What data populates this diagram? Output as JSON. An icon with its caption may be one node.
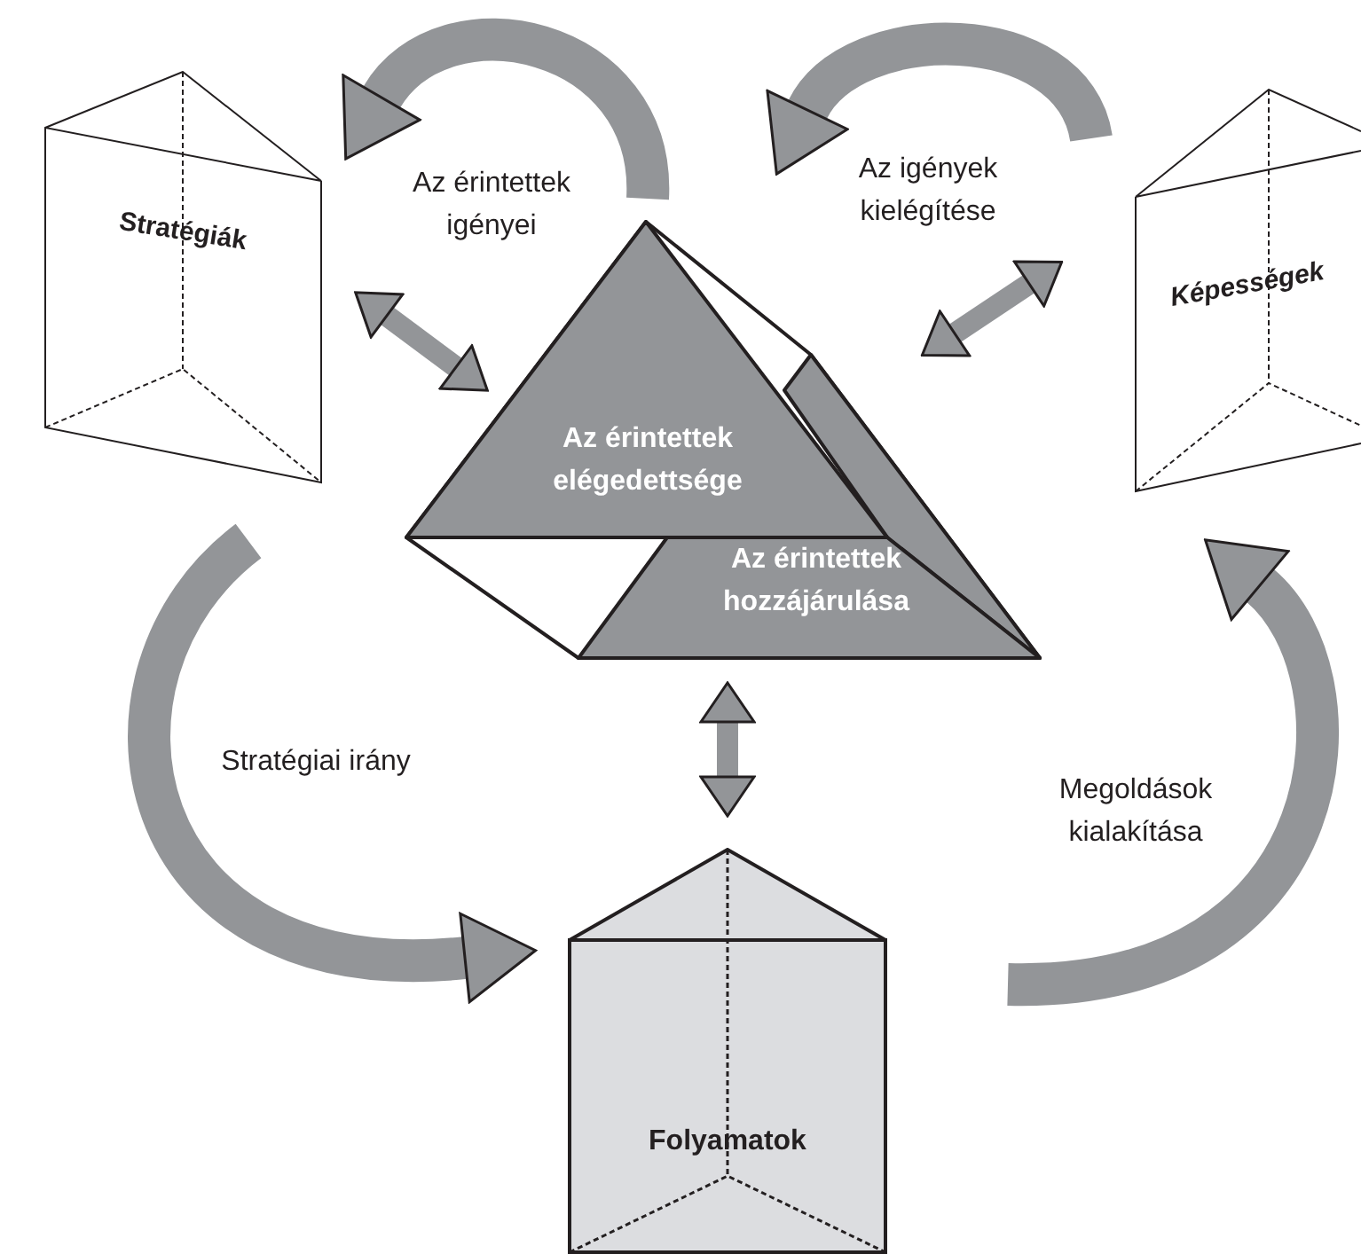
{
  "diagram": {
    "nodes": [
      {
        "text": [
          "Stratégiák"
        ]
      },
      {
        "text": [
          "Az érintettek elégedettsége",
          "Az érintettek hozzájárulása"
        ]
      },
      {
        "text": [
          "Képességek"
        ]
      },
      {
        "text": [
          "Folyamatok"
        ]
      }
    ],
    "edges": [
      {
        "from": 0,
        "to": 1,
        "arrow": "both"
      },
      {
        "from": 1,
        "to": 2,
        "arrow": "both"
      },
      {
        "from": 1,
        "to": 3,
        "arrow": "both"
      },
      {
        "from": 1,
        "to": 0,
        "arrow": "to",
        "label": "Az érintettek igényei"
      },
      {
        "from": 2,
        "to": 1,
        "arrow": "to",
        "label": "Az igények kielégítése"
      },
      {
        "from": 0,
        "to": 3,
        "arrow": "to",
        "label": "Stratégiai irány"
      },
      {
        "from": 3,
        "to": 2,
        "arrow": "to",
        "label": "Megoldások kialakítása"
      }
    ]
  }
}
